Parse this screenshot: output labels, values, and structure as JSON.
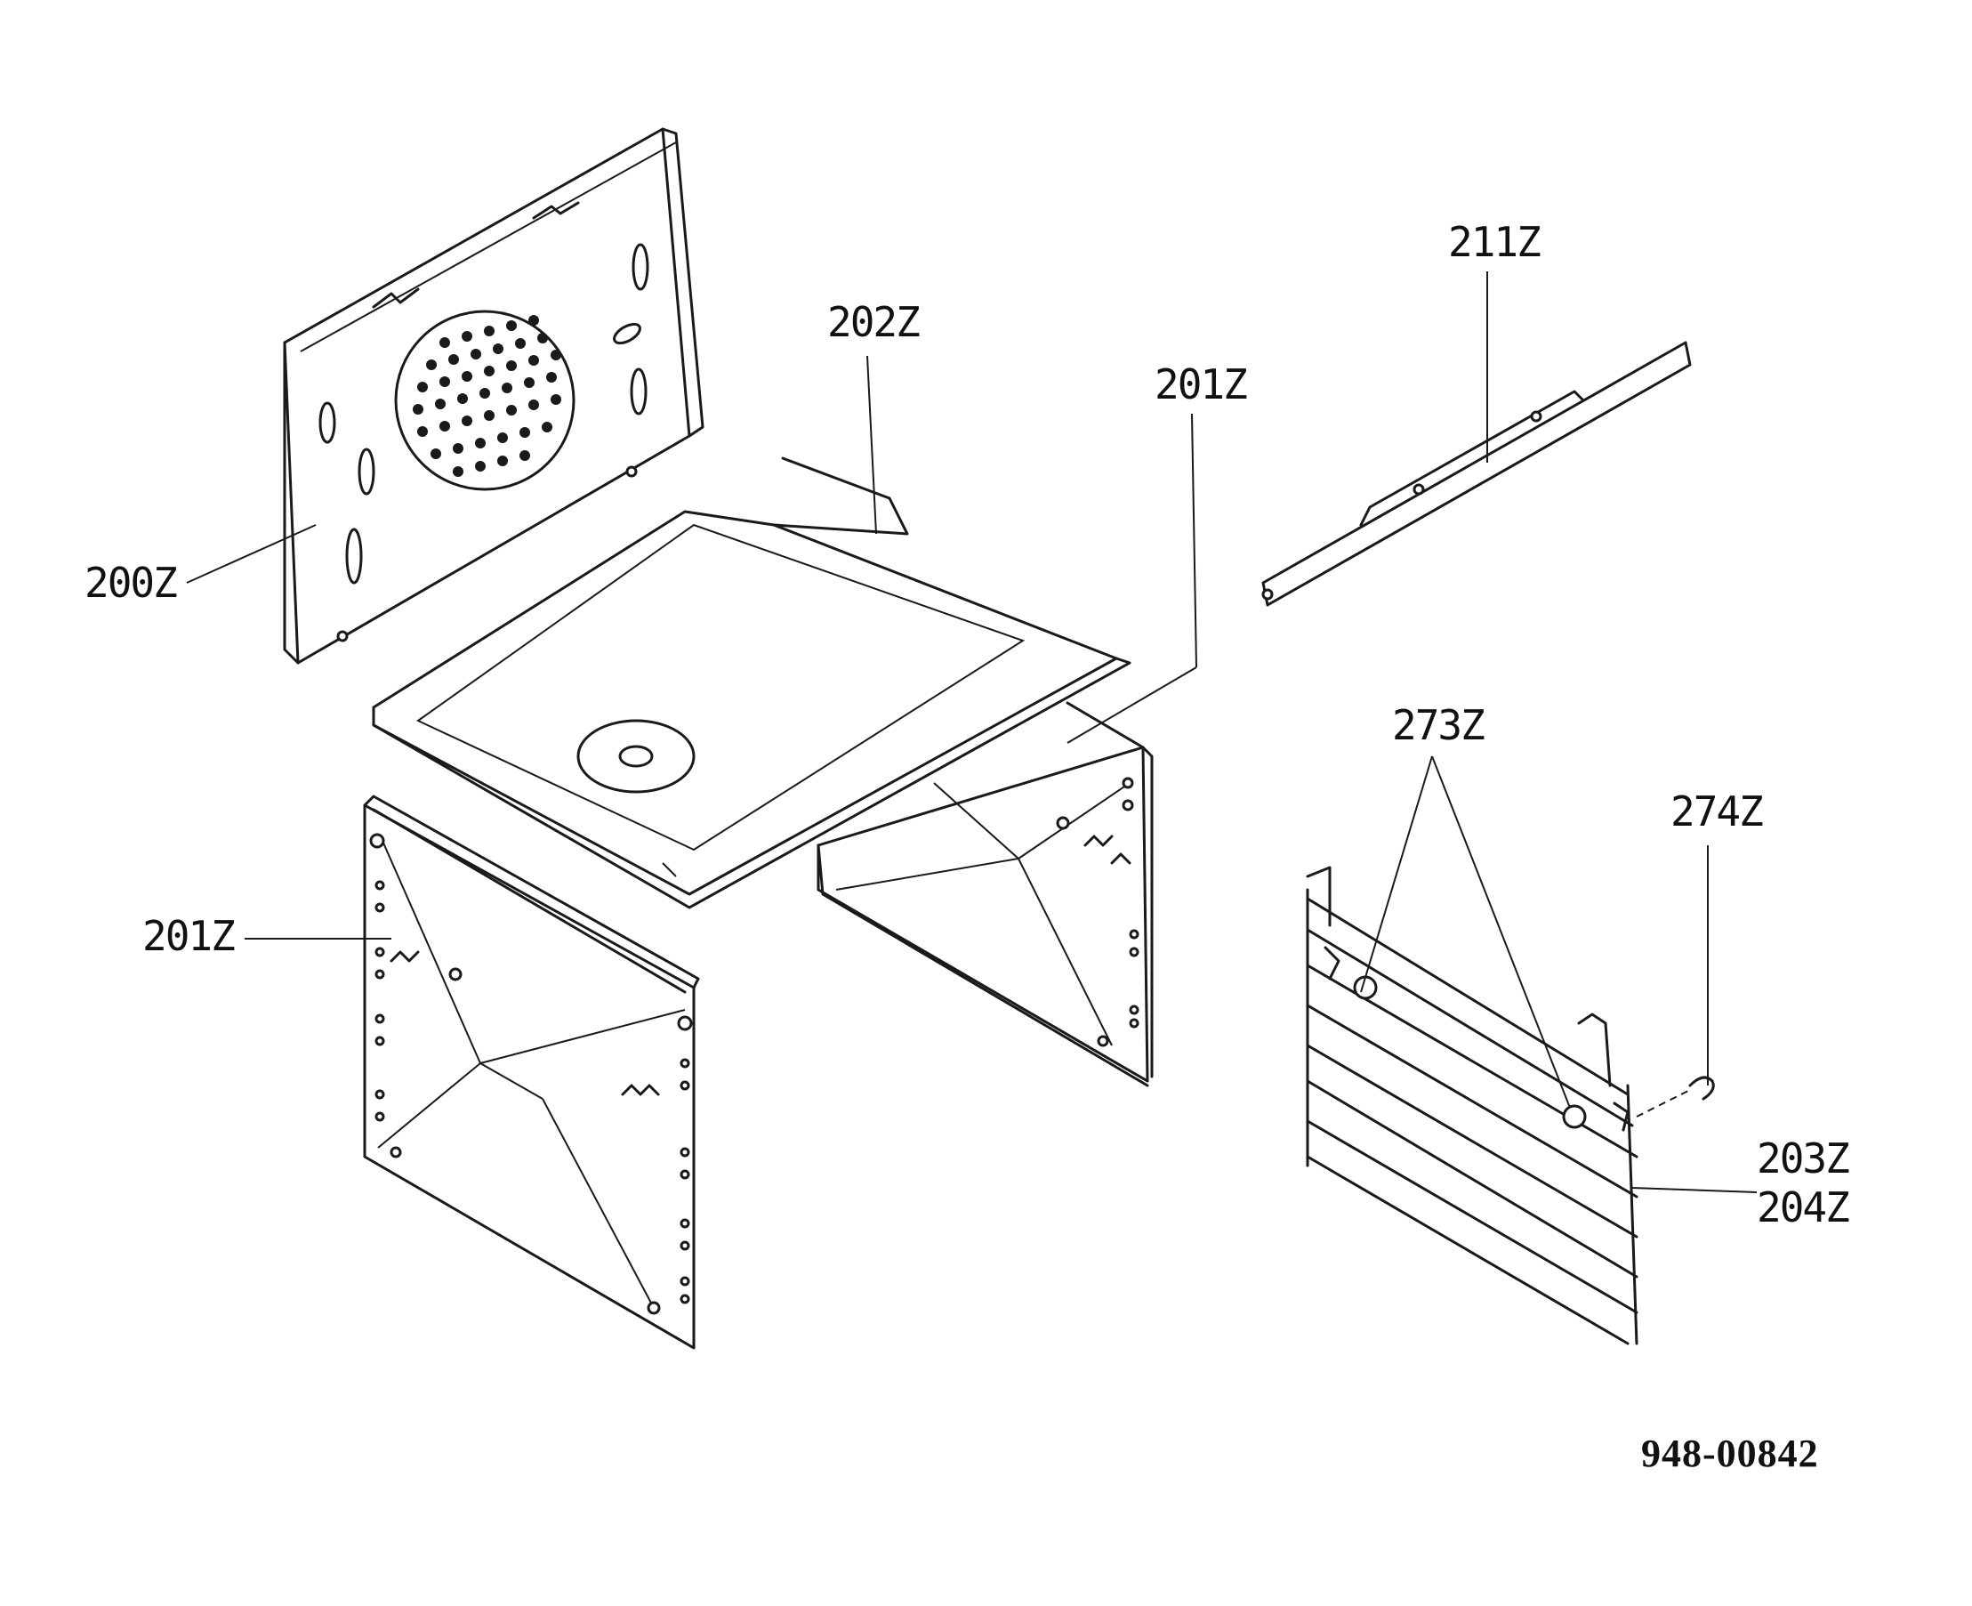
{
  "labels": {
    "l200": "200Z",
    "l202": "202Z",
    "l201_top": "201Z",
    "l211": "211Z",
    "l273": "273Z",
    "l274": "274Z",
    "l201_left": "201Z",
    "l203": "203Z",
    "l204": "204Z"
  },
  "document_number": "948-00842"
}
